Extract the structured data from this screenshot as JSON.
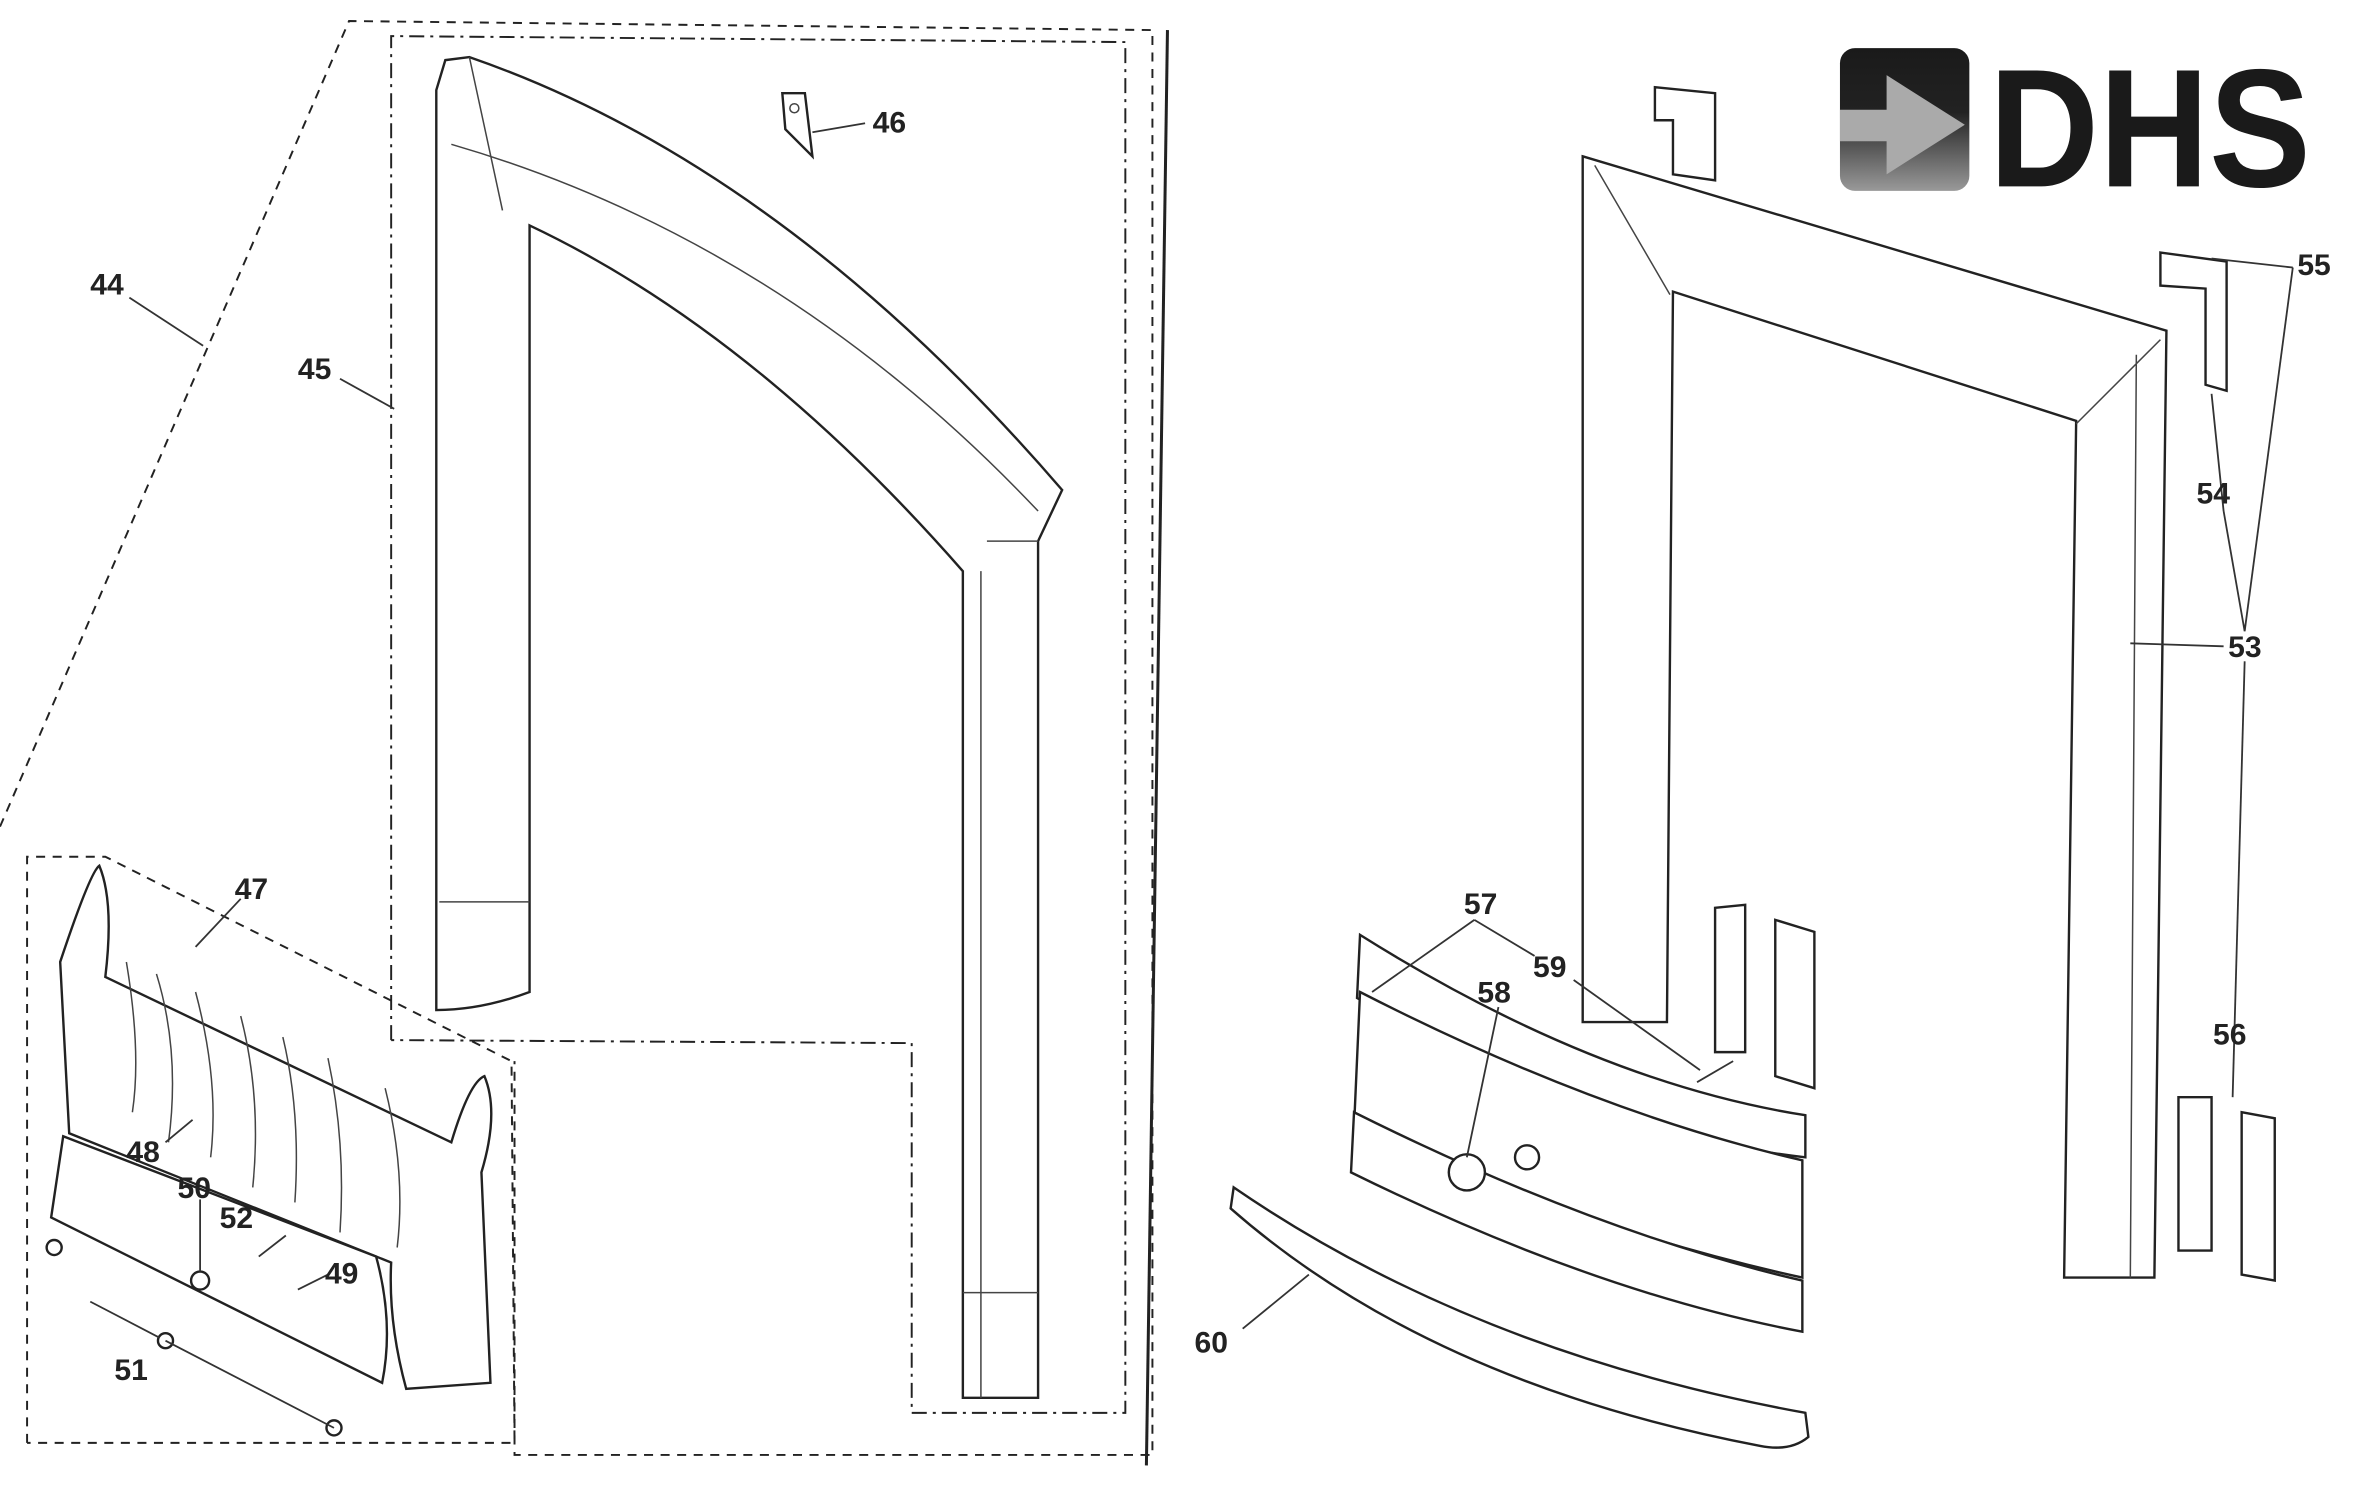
{
  "logo": {
    "text": "DHS",
    "icon": "arrow-right-icon"
  },
  "parts": {
    "p44": "44",
    "p45": "45",
    "p46": "46",
    "p47": "47",
    "p48": "48",
    "p49": "49",
    "p50": "50",
    "p51": "51",
    "p52": "52",
    "p53": "53",
    "p54": "54",
    "p55": "55",
    "p56": "56",
    "p57": "57",
    "p58": "58",
    "p59": "59",
    "p60": "60"
  }
}
